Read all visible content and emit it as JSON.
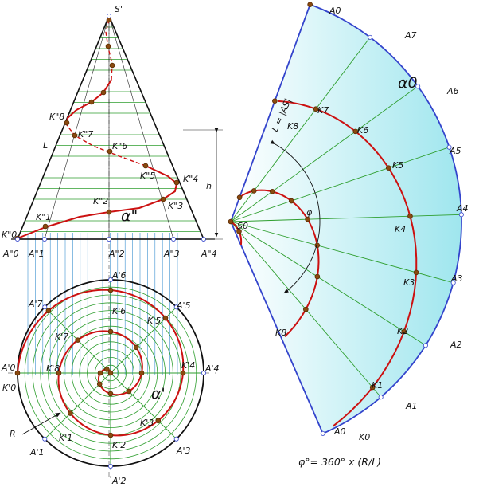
{
  "colors": {
    "outline": "#111111",
    "curve": "#cc1111",
    "grid_green": "#2e9e2e",
    "projector_blue": "#3a8fd0",
    "fan_edge": "#3344cc",
    "fan_fill_left": "#ffffff",
    "fan_fill_right": "#9fe6ee",
    "point_fill": "#8a4a10",
    "open_point": "#ffffff"
  },
  "front_view": {
    "apex": "S\"",
    "slant_label": "L",
    "height_label": "h",
    "surface_label": "α\"",
    "base_labels": [
      "A\"0",
      "A\"1",
      "A\"2",
      "A\"3",
      "A\"4"
    ],
    "k_labels": [
      "K\"0",
      "K\"1",
      "K\"2",
      "K\"3",
      "K\"4",
      "K\"5",
      "K\"6",
      "K\"7",
      "K\"8"
    ]
  },
  "top_view": {
    "radius_label": "R",
    "surface_label": "α'",
    "a_labels": [
      "A'0",
      "A'1",
      "A'2",
      "A'3",
      "A'4",
      "A'5",
      "A'6",
      "A'7"
    ],
    "k_labels": [
      "K'0",
      "K'1",
      "K'2",
      "K'3",
      "K'4",
      "K'5",
      "K'6",
      "K'7",
      "K'8"
    ]
  },
  "development": {
    "apex": "S0",
    "edge_label": "L = |AS|",
    "angle_label": "φ",
    "surface_label": "α0",
    "a_labels": [
      "A0",
      "A1",
      "A2",
      "A3",
      "A4",
      "A5",
      "A6",
      "A7",
      "A0"
    ],
    "k_labels": [
      "K0",
      "K1",
      "K2",
      "K3",
      "K4",
      "K5",
      "K6",
      "K7",
      "K8",
      "K8"
    ],
    "formula": "φ°= 360° x (R/L)"
  }
}
